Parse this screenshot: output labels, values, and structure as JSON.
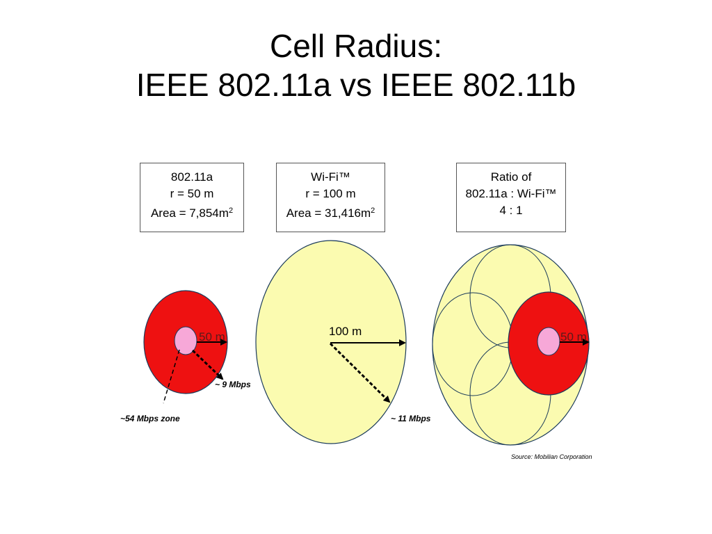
{
  "title": {
    "line1": "Cell Radius:",
    "line2": "IEEE 802.11a vs IEEE 802.11b"
  },
  "boxes": {
    "a": {
      "line1": "802.11a",
      "line2": "r = 50 m",
      "line3": "Area = 7,854m",
      "sup": "2"
    },
    "b": {
      "line1": "Wi-Fi™",
      "line2": "r = 100 m",
      "line3": "Area = 31,416m",
      "sup": "2"
    },
    "c": {
      "line1": "Ratio of",
      "line2": "802.11a : Wi-Fi™",
      "line3": "4 : 1"
    }
  },
  "labels": {
    "radius_a": "50 m",
    "rate_a_outer": "~ 9 Mbps",
    "rate_a_zone": "~54 Mbps zone",
    "radius_b": "100 m",
    "rate_b": "~ 11 Mbps",
    "radius_c": "50 m",
    "source": "Source:  Mobilian Corporation"
  },
  "colors": {
    "red_cell": "#ee1111",
    "pink_core": "#f7a8d8",
    "yellow_cell": "#fbfbb0",
    "outline": "#1a3a5a"
  }
}
